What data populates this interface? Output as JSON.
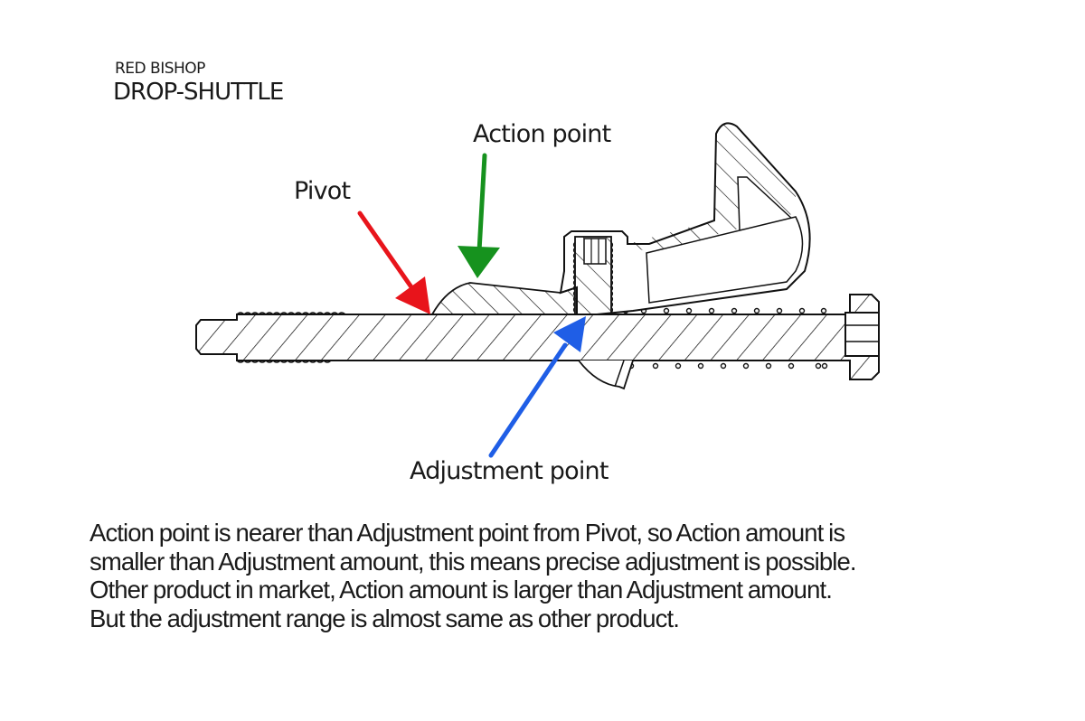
{
  "header": {
    "brand": "RED BISHOP",
    "product": "DROP-SHUTTLE"
  },
  "diagram": {
    "labels": {
      "action_point": "Action point",
      "pivot": "Pivot",
      "adjustment_point": "Adjustment point"
    },
    "arrow_colors": {
      "pivot": "#e8141b",
      "action_point": "#16921e",
      "adjustment_point": "#1f5ee6"
    },
    "line_color": "#111111"
  },
  "description": {
    "lines": [
      "Action point is nearer than Adjustment point from Pivot, so Action amount is",
      "smaller than Adjustment amount, this means precise adjustment is possible.",
      "Other product in market, Action amount is larger than Adjustment amount.",
      "But the adjustment range is almost same as other product."
    ]
  }
}
